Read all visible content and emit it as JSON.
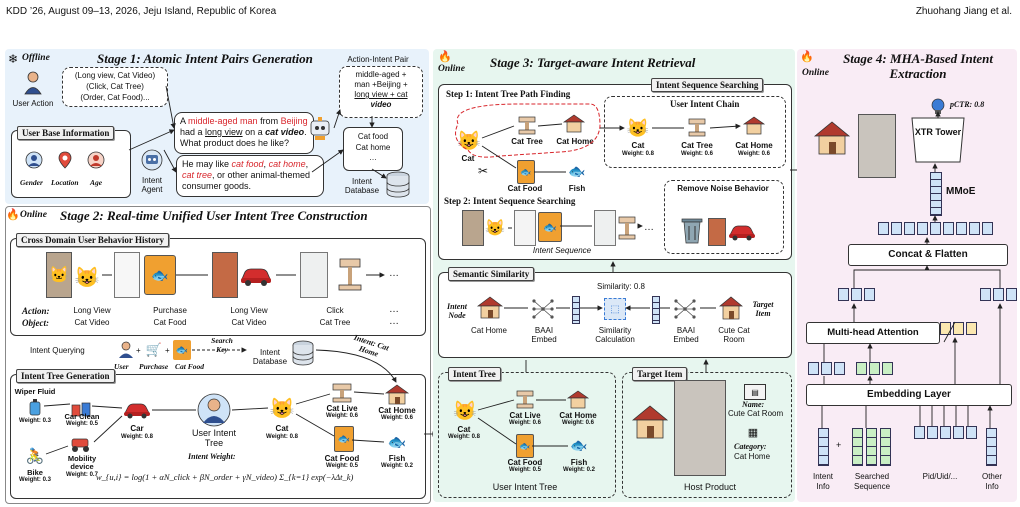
{
  "header": {
    "left": "KDD ’26, August 09–13, 2026, Jeju Island, Republic of Korea",
    "right": "Zhuohang Jiang et al."
  },
  "stage1": {
    "title": "Stage 1: Atomic Intent Pairs Generation",
    "offline": "Offline",
    "user_action_label": "User Action",
    "action_list": [
      "(Long view, Cat Video)",
      "(Click, Cat Tree)",
      "(Order, Cat Food)..."
    ],
    "user_base_info": "User Base Information",
    "gender": "Gender",
    "location": "Location",
    "age": "Age",
    "intent_agent": "Intent Agent",
    "prompt_segments": [
      {
        "t": "A ",
        "s": ""
      },
      {
        "t": "middle-aged man",
        "s": "red"
      },
      {
        "t": " from ",
        "s": ""
      },
      {
        "t": "Beijing",
        "s": "red"
      },
      {
        "t": " had a ",
        "s": ""
      },
      {
        "t": "long view",
        "s": "u"
      },
      {
        "t": " on a ",
        "s": ""
      },
      {
        "t": "cat video",
        "s": "bi"
      },
      {
        "t": ". What product does he like?",
        "s": ""
      }
    ],
    "answer_segments": [
      {
        "t": "He may like ",
        "s": ""
      },
      {
        "t": "cat food",
        "s": "redi"
      },
      {
        "t": ", ",
        "s": ""
      },
      {
        "t": "cat home",
        "s": "redi"
      },
      {
        "t": ", ",
        "s": ""
      },
      {
        "t": "cat tree",
        "s": "redi"
      },
      {
        "t": ", or other animal-themed consumer goods.",
        "s": ""
      }
    ],
    "pair_title": "Action-Intent Pair",
    "pair_lines": [
      "middle-aged +",
      "man +Beijing +",
      "long view + cat",
      "video"
    ],
    "cat_food": "Cat food",
    "cat_home": "Cat home",
    "ellipsis": "…",
    "intent_database": "Intent Database"
  },
  "stage2": {
    "title": "Stage 2: Real-time Unified User Intent Tree Construction",
    "online": "Online",
    "history_label": "Cross Domain User Behavior History",
    "action_label": "Action:",
    "object_label": "Object:",
    "actions": [
      "Long View",
      "Purchase",
      "Long View",
      "Click"
    ],
    "objects": [
      "Cat Video",
      "Cat Food",
      "Cat Video",
      "Cat Tree"
    ],
    "ellipsis": "…",
    "intent_querying": "Intent Querying",
    "q_user": "User",
    "q_purchase": "Purchase",
    "q_catfood": "Cat Food",
    "search_key": "Search Key",
    "intent_database": "Intent Database",
    "intent_tag": "Intent: Cat Home",
    "tree_label": "Intent Tree Generation",
    "user_intent_tree": "User Intent Tree",
    "nodes": {
      "wiper": {
        "name": "Wiper Fluid",
        "w": "Weight: 0.3"
      },
      "carclean": {
        "name": "Car Clean",
        "w": "Weight: 0.5"
      },
      "car": {
        "name": "Car",
        "w": "Weight: 0.8"
      },
      "bike": {
        "name": "Bike",
        "w": "Weight: 0.3"
      },
      "mobility": {
        "name": "Mobility device",
        "w": "Weight: 0.7"
      },
      "cat": {
        "name": "Cat",
        "w": "Weight: 0.8"
      },
      "catlive": {
        "name": "Cat Live",
        "w": "Weight: 0.6"
      },
      "cathome": {
        "name": "Cat Home",
        "w": "Weight: 0.6"
      },
      "catfood": {
        "name": "Cat Food",
        "w": "Weight: 0.5"
      },
      "fish": {
        "name": "Fish",
        "w": "Weight: 0.2"
      }
    },
    "intent_weight": "Intent Weight:",
    "formula": "w_{u,i} = log(1 + αN_click + βN_order + γN_video) Σ_{k=1} exp(−λΔt_k)"
  },
  "stage3": {
    "title": "Stage 3: Target-aware Intent Retrieval",
    "online": "Online",
    "seq_search": "Intent Sequence Searching",
    "step1": "Step 1: Intent Tree Path Finding",
    "user_intent_chain": "User Intent Chain",
    "step2": "Step 2: Intent Sequence Searching",
    "remove_noise": "Remove Noise Behavior",
    "intent_sequence": "Intent Sequence",
    "semantic_similarity": "Semantic Similarity",
    "similarity": "Similarity: 0.8",
    "intent_node": "Intent Node",
    "target_item_lbl": "Target Item",
    "cat_home": "Cat Home",
    "baai_embed": "BAAI Embed",
    "sim_calc": "Similarity Calculation",
    "cute_cat_room": "Cute Cat Room",
    "intent_tree": "Intent Tree",
    "target_item": "Target Item",
    "user_intent_tree": "User Intent Tree",
    "host_product": "Host Product",
    "name_lbl": "Name:",
    "name_val": "Cute Cat Room",
    "category_lbl": "Category:",
    "category_val": "Cat  Home",
    "n_cat": "Cat",
    "n_cattree": "Cat Tree",
    "n_cathome": "Cat Home",
    "n_catfood": "Cat Food",
    "n_fish": "Fish",
    "n_catlive": "Cat Live",
    "w08": "Weight: 0.8",
    "w06": "Weight: 0.6",
    "w05": "Weight: 0.5",
    "w02": "Weight: 0.2",
    "ellipsis": "…"
  },
  "stage4": {
    "title": "Stage 4: MHA-Based Intent Extraction",
    "online": "Online",
    "pctr": "pCTR: 0.8",
    "xtr_tower": "XTR Tower",
    "mmoe": "MMoE",
    "concat": "Concat & Flatten",
    "mha": "Multi-head Attention",
    "embedding": "Embedding Layer",
    "inputs": [
      "Intent Info",
      "Searched Sequence",
      "Pid/Uid/...",
      "Other Info"
    ],
    "plus": "+"
  },
  "colors": {
    "stage1_bg": "#e8f2fb",
    "stage2_bg": "#ffffff",
    "stage3_bg": "#e7f6ef",
    "stage4_bg": "#f9ecf5",
    "accent_red": "#d8262c",
    "blue": "#cfe3f7"
  }
}
